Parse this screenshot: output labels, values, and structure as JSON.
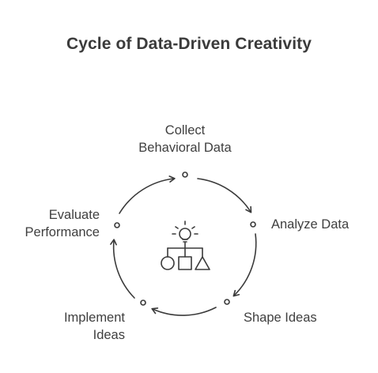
{
  "title": "Cycle of Data-Driven Creativity",
  "steps": {
    "collect": {
      "line1": "Collect",
      "line2": "Behavioral Data"
    },
    "analyze": {
      "line1": "Analyze Data"
    },
    "shape": {
      "line1": "Shape Ideas"
    },
    "implement": {
      "line1": "Implement",
      "line2": "Ideas"
    },
    "evaluate": {
      "line1": "Evaluate",
      "line2": "Performance"
    }
  },
  "center_icon": "lightbulb-shapes-icon",
  "colors": {
    "stroke": "#3a3a3a",
    "text": "#3f3f3f",
    "title": "#3b3b3b",
    "background": "#ffffff"
  }
}
